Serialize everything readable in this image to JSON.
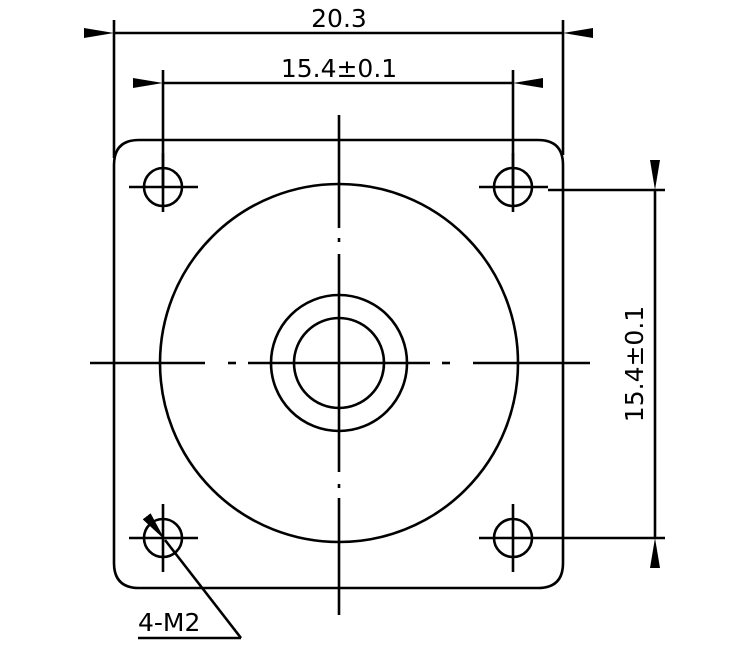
{
  "dimensions": {
    "overall_width": "20.3",
    "hole_spacing_horizontal": "15.4±0.1",
    "hole_spacing_vertical": "15.4±0.1"
  },
  "callout": {
    "holes": "4-M2"
  }
}
